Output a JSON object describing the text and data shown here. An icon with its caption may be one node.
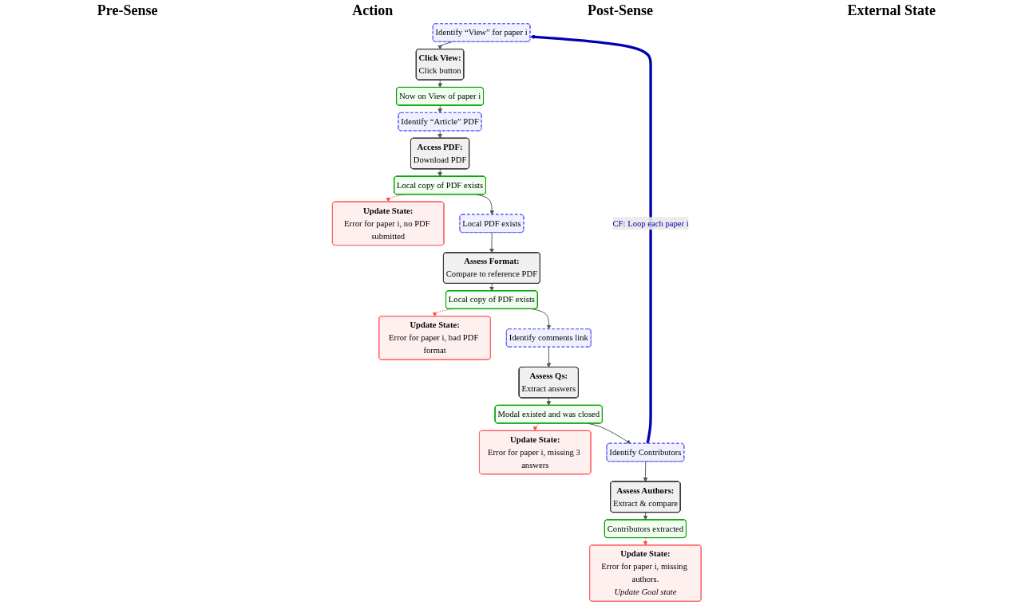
{
  "diagram": {
    "nodes": [
      {
        "text": [
          "Identify “View” for paper i"
        ]
      },
      {
        "text": [
          "Click View:",
          "Click button"
        ]
      },
      {
        "text": [
          "Now on View of paper i"
        ]
      },
      {
        "text": [
          "Identify “Article” PDF"
        ]
      },
      {
        "text": [
          "Access PDF:",
          "Download PDF"
        ]
      },
      {
        "text": [
          "Local copy of PDF exists"
        ]
      },
      {
        "text": [
          "Update State:",
          "Error for paper i, no PDF submitted"
        ]
      },
      {
        "text": [
          "Local PDF exists"
        ]
      },
      {
        "text": [
          "Assess Format:",
          "Compare to reference PDF"
        ]
      },
      {
        "text": [
          "Local copy of PDF exists"
        ]
      },
      {
        "text": [
          "Update State:",
          "Error for paper i, bad PDF format"
        ]
      },
      {
        "text": [
          "Identify comments link"
        ]
      },
      {
        "text": [
          "Assess Qs:",
          "Extract answers"
        ]
      },
      {
        "text": [
          "Modal existed and was closed"
        ]
      },
      {
        "text": [
          "Update State:",
          "Error for paper i, missing 3 answers"
        ]
      },
      {
        "text": [
          "Identify Contributors"
        ]
      },
      {
        "text": [
          "Assess Authors:",
          "Extract & compare"
        ]
      },
      {
        "text": [
          "Contributors extracted"
        ]
      },
      {
        "text": [
          "Update State:",
          "Error for paper i, missing authors.",
          "Update Goal state"
        ]
      }
    ],
    "edges": [
      {
        "from": 0,
        "to": 1,
        "arrow": "to"
      },
      {
        "from": 1,
        "to": 2,
        "arrow": "to"
      },
      {
        "from": 2,
        "to": 3,
        "arrow": "to"
      },
      {
        "from": 3,
        "to": 4,
        "arrow": "to"
      },
      {
        "from": 4,
        "to": 5,
        "arrow": "to"
      },
      {
        "from": 5,
        "to": 6,
        "arrow": "to",
        "style": "dashed",
        "color": "#ff4d4d"
      },
      {
        "from": 5,
        "to": 7,
        "arrow": "to"
      },
      {
        "from": 7,
        "to": 8,
        "arrow": "to"
      },
      {
        "from": 8,
        "to": 9,
        "arrow": "to"
      },
      {
        "from": 9,
        "to": 10,
        "arrow": "to",
        "style": "dashed",
        "color": "#ff4d4d"
      },
      {
        "from": 9,
        "to": 11,
        "arrow": "to"
      },
      {
        "from": 11,
        "to": 12,
        "arrow": "to"
      },
      {
        "from": 12,
        "to": 13,
        "arrow": "to"
      },
      {
        "from": 13,
        "to": 14,
        "arrow": "to",
        "style": "dashed",
        "color": "#ff4d4d"
      },
      {
        "from": 13,
        "to": 15,
        "arrow": "to"
      },
      {
        "from": 15,
        "to": 16,
        "arrow": "to"
      },
      {
        "from": 16,
        "to": 17,
        "arrow": "to"
      },
      {
        "from": 17,
        "to": 18,
        "arrow": "to",
        "style": "dashed",
        "color": "#ff4d4d"
      },
      {
        "from": 15,
        "to": 0,
        "label": "CF: Loop each paper i",
        "arrow": "to",
        "style": "thick",
        "color": "#0000b0"
      }
    ],
    "labels": [
      "Pre-Sense",
      "Action",
      "Post-Sense",
      "External State"
    ]
  }
}
